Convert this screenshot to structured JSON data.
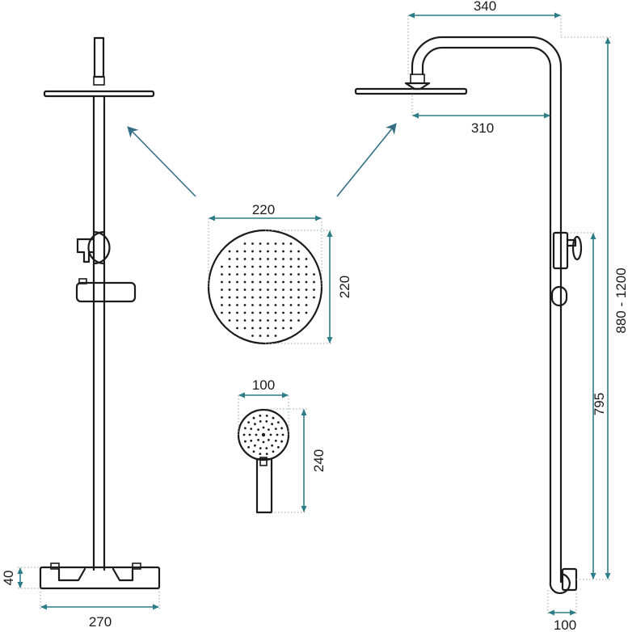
{
  "dimensions": {
    "overhead_arm_width": "340",
    "arm_reach": "310",
    "head_diameter": "220",
    "head_height": "220",
    "hand_shower_width": "100",
    "hand_shower_length": "240",
    "total_height_range": "880 - 1200",
    "bar_height": "795",
    "mixer_height": "40",
    "mixer_width": "270",
    "wall_projection": "100"
  },
  "colors": {
    "outline": "#1b1b1b",
    "dimension_line": "#2d7c8a",
    "extension_line": "#9aa2a6"
  }
}
